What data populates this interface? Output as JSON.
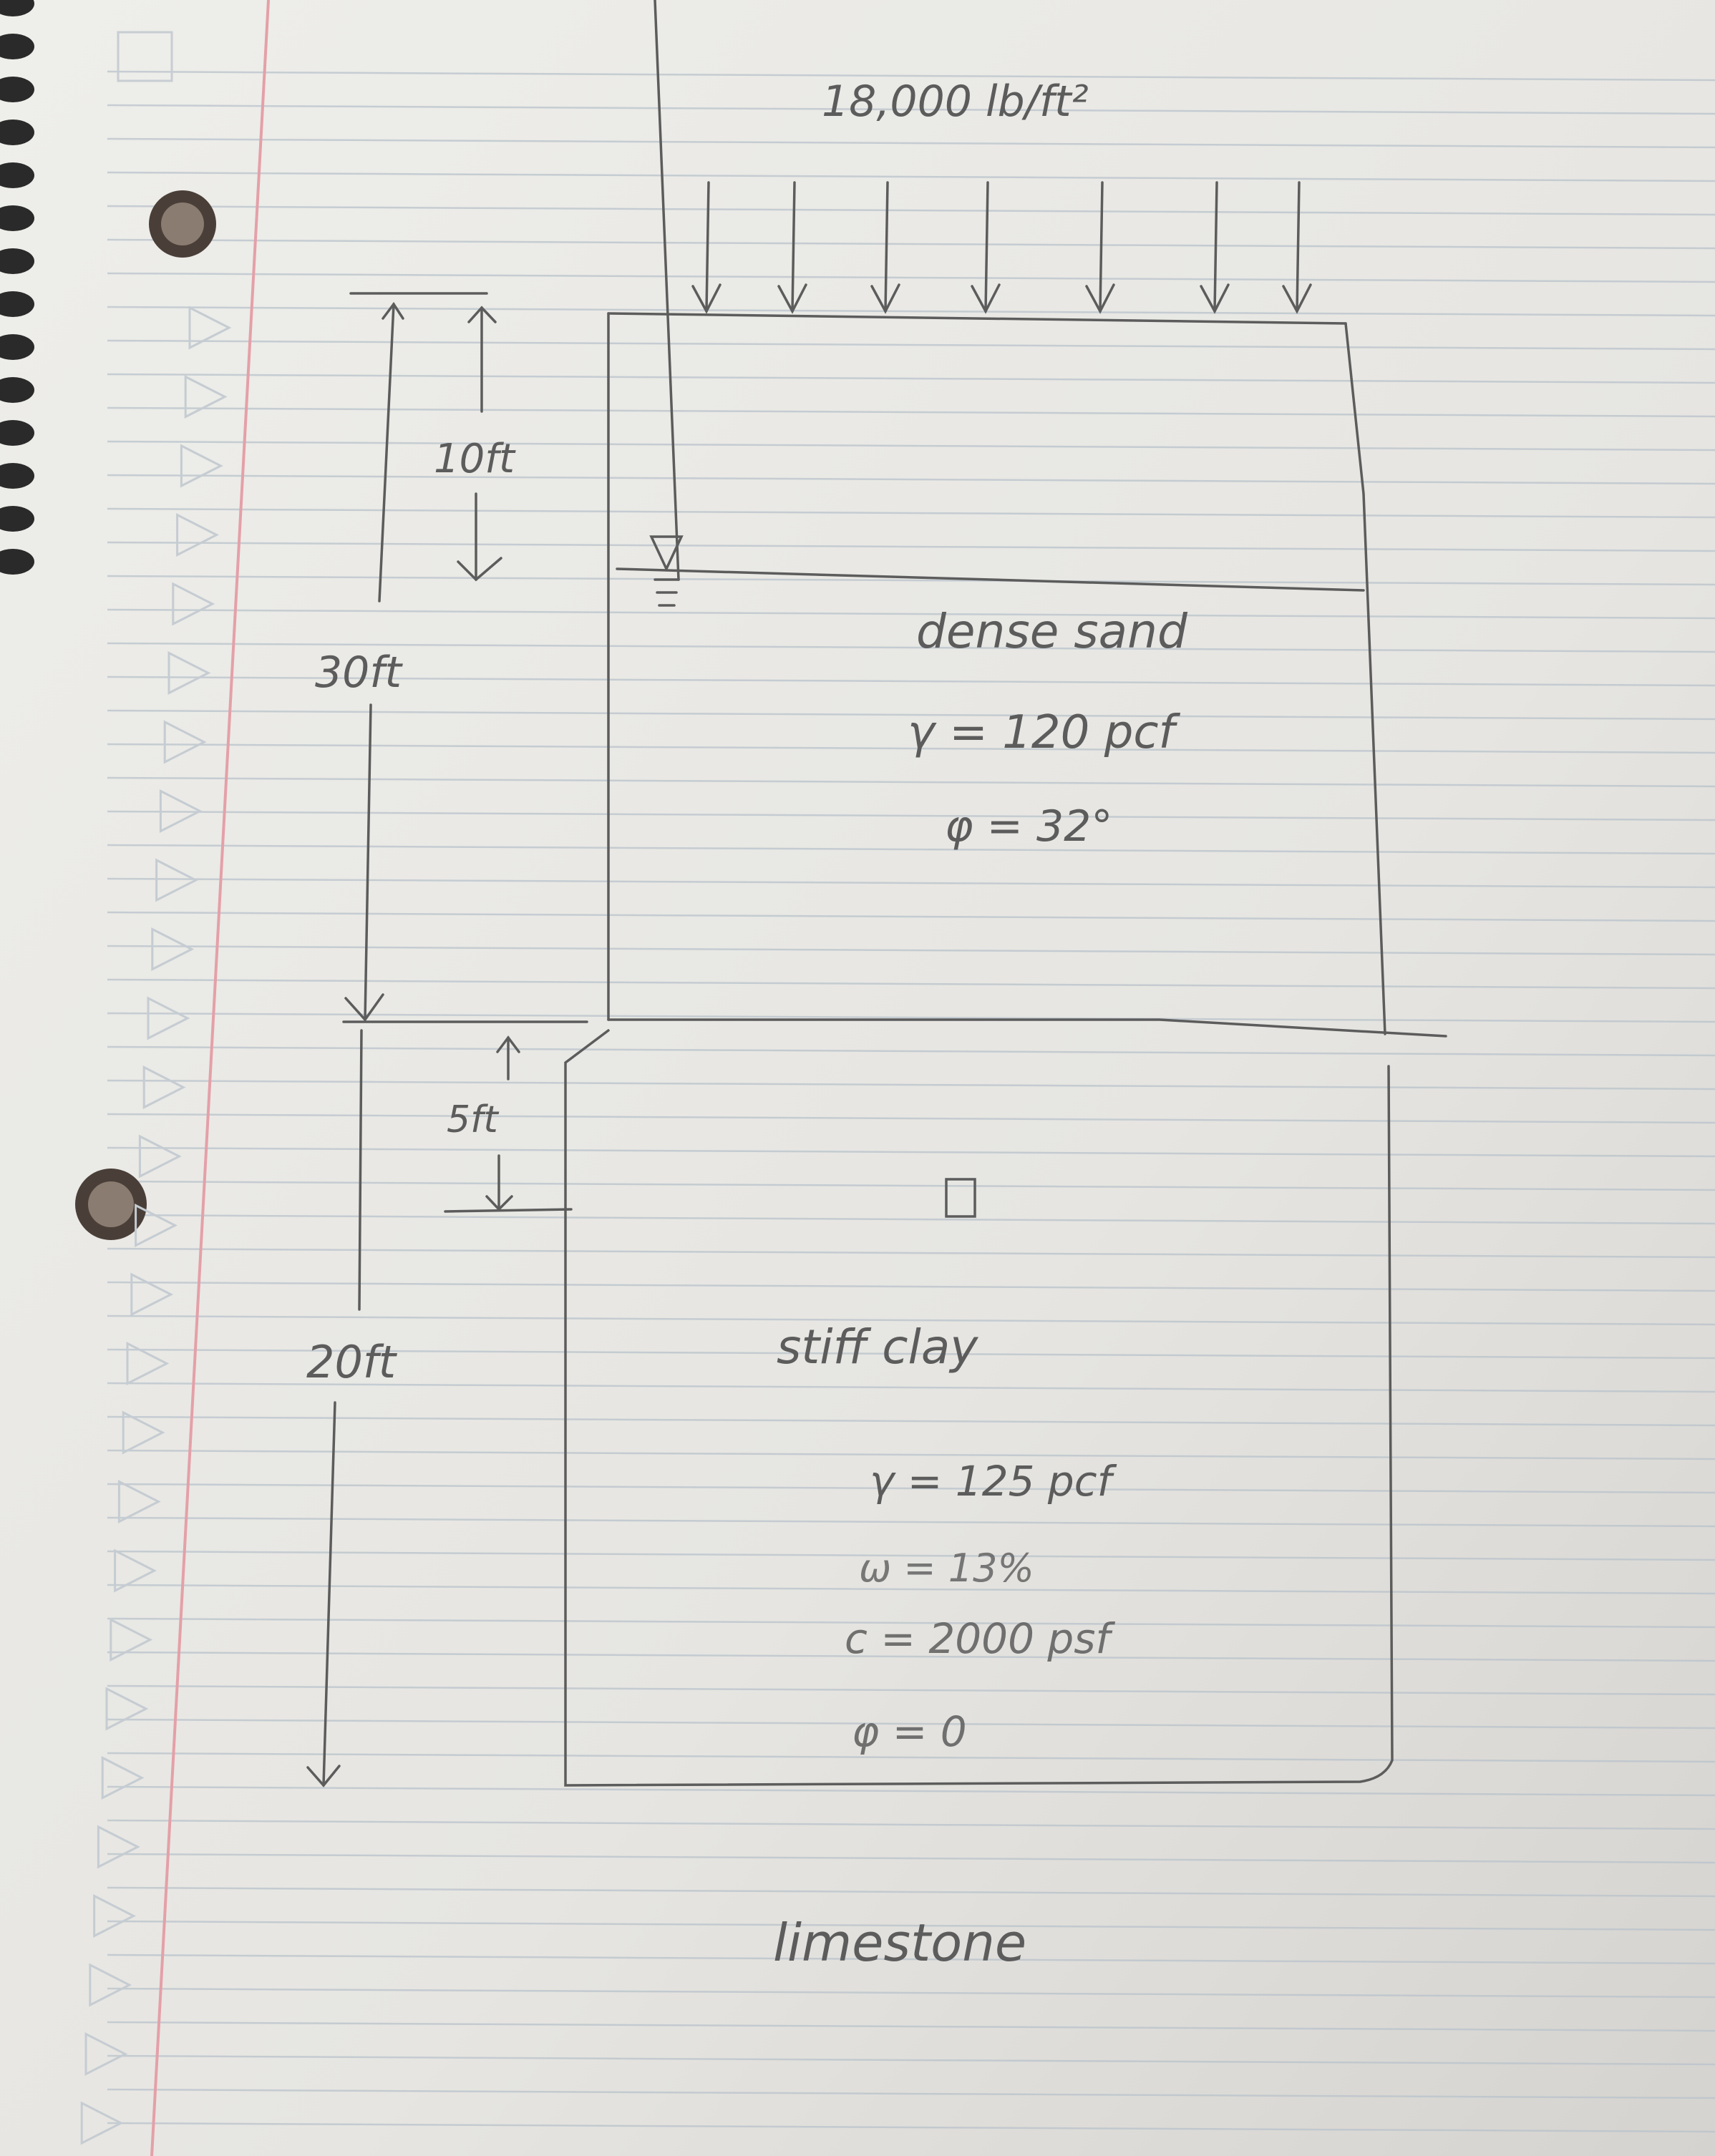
{
  "load": {
    "label": "18,000 lb/ft²"
  },
  "dimensions": {
    "ten_ft": "10ft",
    "thirty_ft": "30ft",
    "five_ft": "5ft",
    "twenty_ft": "20ft"
  },
  "sand_layer": {
    "name": "dense sand",
    "unit_weight": "γ = 120 pcf",
    "friction_angle": "φ = 32°"
  },
  "clay_layer": {
    "name": "stiff clay",
    "unit_weight": "γ = 125 pcf",
    "water_content": "ω = 13%",
    "cohesion": "c = 2000 psf",
    "friction_angle": "φ = 0"
  },
  "bedrock": {
    "name": "limestone"
  },
  "colors": {
    "paper": "#e9e8e4",
    "ruled_line": "#b9c3cc",
    "margin_line": "#e4a0a8",
    "pencil": "#5c5c5c"
  }
}
